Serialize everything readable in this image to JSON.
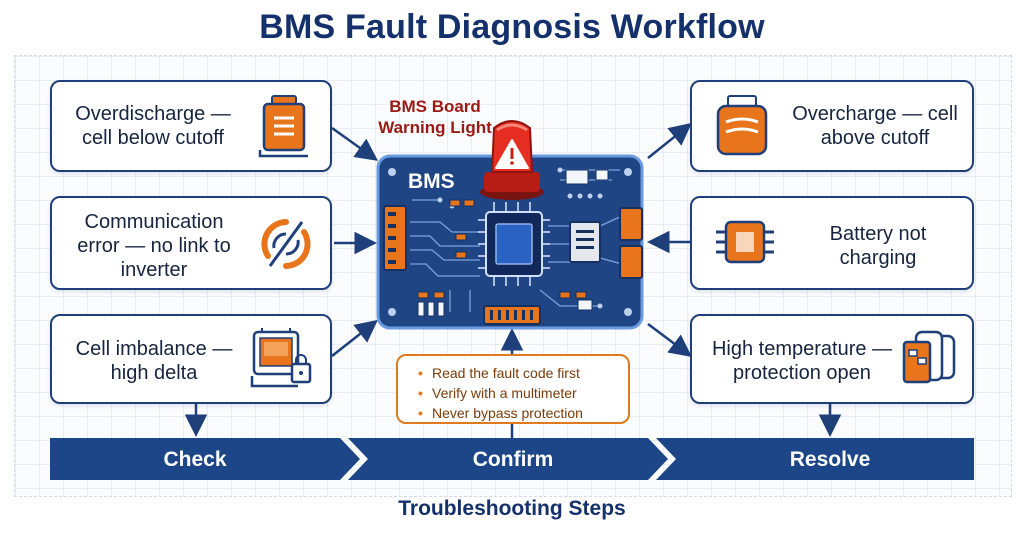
{
  "title": "BMS Fault Diagnosis Workflow",
  "center": {
    "board_label": "BMS",
    "warning_label": "BMS Board Warning Light"
  },
  "faults_left": [
    {
      "text": "Overdischarge — cell below cutoff",
      "icon": "battery-low-icon"
    },
    {
      "text": "Communication error — no link to inverter",
      "icon": "no-link-icon"
    },
    {
      "text": "Cell imbalance — high delta",
      "icon": "battery-monitor-icon"
    }
  ],
  "faults_right": [
    {
      "text": "Overcharge — cell above cutoff",
      "icon": "battery-full-icon"
    },
    {
      "text": "Battery not charging",
      "icon": "chip-icon"
    },
    {
      "text": "High temperature — protection open",
      "icon": "thermal-module-icon"
    }
  ],
  "tips": [
    "Read the fault code first",
    "Verify with a multimeter",
    "Never bypass protection"
  ],
  "steps": [
    "Check",
    "Confirm",
    "Resolve"
  ],
  "footer": "Troubleshooting Steps",
  "colors": {
    "navy": "#1f3f7a",
    "title": "#15316b",
    "orange": "#e8741c",
    "board": "#1f4585",
    "warning_red": "#d4241a",
    "step_bar": "#1d4688"
  }
}
